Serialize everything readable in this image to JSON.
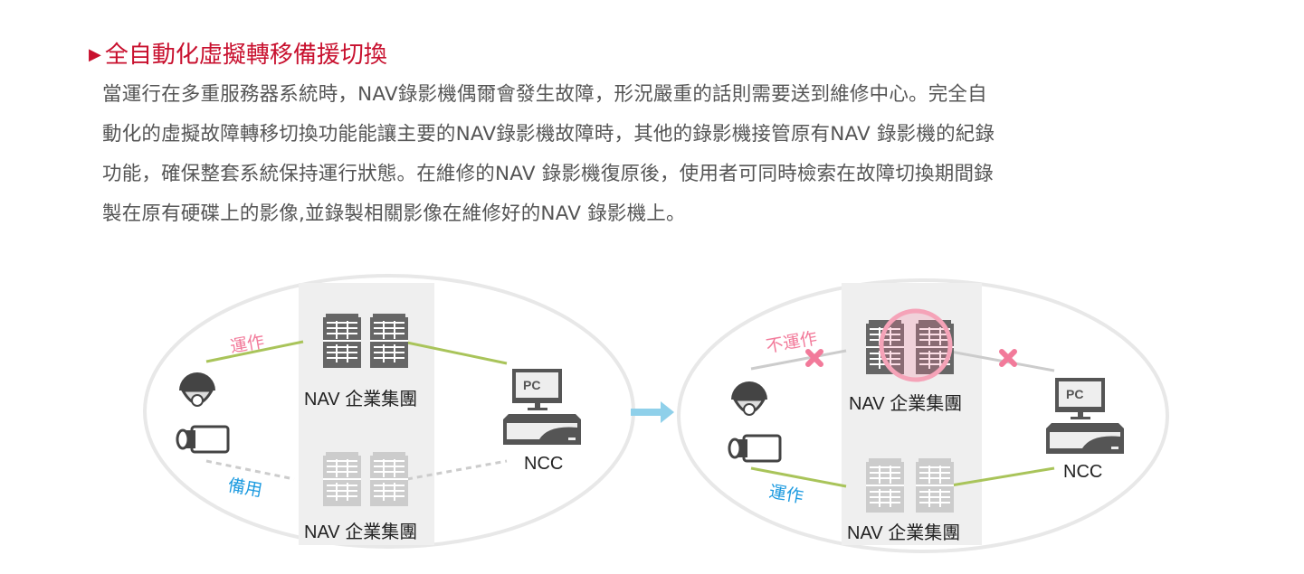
{
  "section": {
    "title": "全自動化虛擬轉移備援切換",
    "paragraph_lines": [
      "當運行在多重服務器系統時，NAV錄影機偶爾會發生故障，形況嚴重的話則需要送到維修中心。完全自",
      "動化的虛擬故障轉移切換功能能讓主要的NAV錄影機故障時，其他的錄影機接管原有NAV 錄影機的紀錄",
      "功能，確保整套系統保持運行狀態。在維修的NAV 錄影機復原後，使用者可同時檢索在故障切換期間錄",
      "製在原有硬碟上的影像,並錄製相關影像在維修好的NAV 錄影機上。"
    ]
  },
  "diagram": {
    "before": {
      "server_top_label": "NAV 企業集團",
      "server_bottom_label": "NAV 企業集團",
      "ncc_label": "NCC",
      "pc_label": "PC",
      "active_label": "運作",
      "standby_label": "備用"
    },
    "after": {
      "server_top_label": "NAV 企業集團",
      "server_bottom_label": "NAV 企業集團",
      "ncc_label": "NCC",
      "pc_label": "PC",
      "inactive_label": "不運作",
      "active_label": "運作"
    },
    "colors": {
      "title": "#c8102e",
      "pink": "#f27a9a",
      "blue": "#1e9be0",
      "green": "#a9c45a",
      "arrow": "#8fd0ea"
    }
  }
}
